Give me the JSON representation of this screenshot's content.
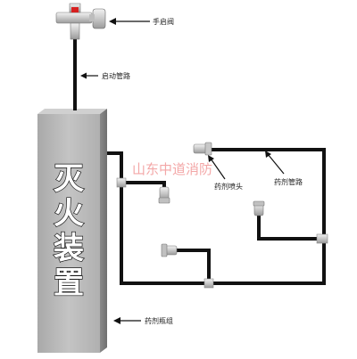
{
  "device_label_chars": [
    "灭",
    "火",
    "装",
    "置"
  ],
  "labels": {
    "manual_valve": "手启阀",
    "start_pipe": "启动管路",
    "agent_nozzle": "药剂喷头",
    "agent_pipe": "药剂管路",
    "cylinder_group": "药剂瓶组"
  },
  "watermark": "山东中道消防",
  "colors": {
    "pipe": "#111111",
    "cylinder_front": "#b9b9b9",
    "cylinder_side": "#8f8f8f",
    "fitting": "#d4d4d4",
    "watermark": "#f08a8a"
  }
}
